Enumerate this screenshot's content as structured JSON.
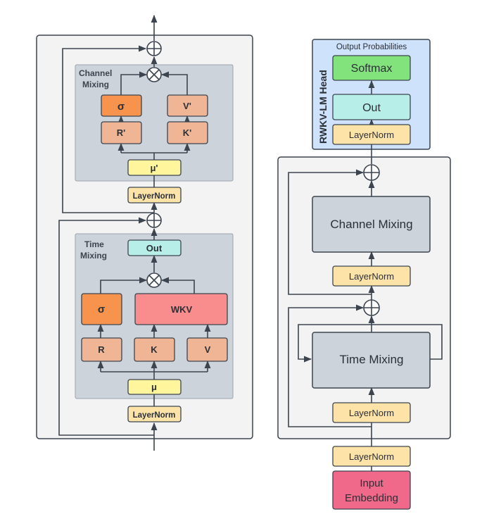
{
  "left_block": {
    "channel_mixing": {
      "title_line1": "Channel",
      "title_line2": "Mixing",
      "sigma": "σ",
      "v_prime": "V'",
      "r_prime": "R'",
      "k_prime": "K'",
      "mu_prime": "μ'",
      "layernorm": "LayerNorm"
    },
    "time_mixing": {
      "title_line1": "Time",
      "title_line2": "Mixing",
      "out": "Out",
      "sigma": "σ",
      "wkv": "WKV",
      "r": "R",
      "k": "K",
      "v": "V",
      "mu": "μ",
      "layernorm": "LayerNorm"
    }
  },
  "right_block": {
    "head": {
      "title": "RWKV-LM Head",
      "output_label": "Output Probabilities",
      "softmax": "Softmax",
      "out": "Out",
      "layernorm": "LayerNorm"
    },
    "channel_mixing": "Channel Mixing",
    "layernorm_channel": "LayerNorm",
    "time_mixing": "Time Mixing",
    "layernorm_time": "LayerNorm",
    "layernorm_input": "LayerNorm",
    "input_embedding_line1": "Input",
    "input_embedding_line2": "Embedding"
  },
  "colors": {
    "outer_panel": "#f3f3f3",
    "inner_panel": "#cdd3da",
    "layernorm": "#fde3a7",
    "mu": "#fef59c",
    "out": "#b7efe8",
    "sigma": "#f8934d",
    "rkv": "#f0b594",
    "wkv": "#f98c8c",
    "softmax": "#82e37c",
    "head_panel": "#cfe2fb",
    "input_embedding": "#f0698a",
    "line": "#3c4450"
  }
}
